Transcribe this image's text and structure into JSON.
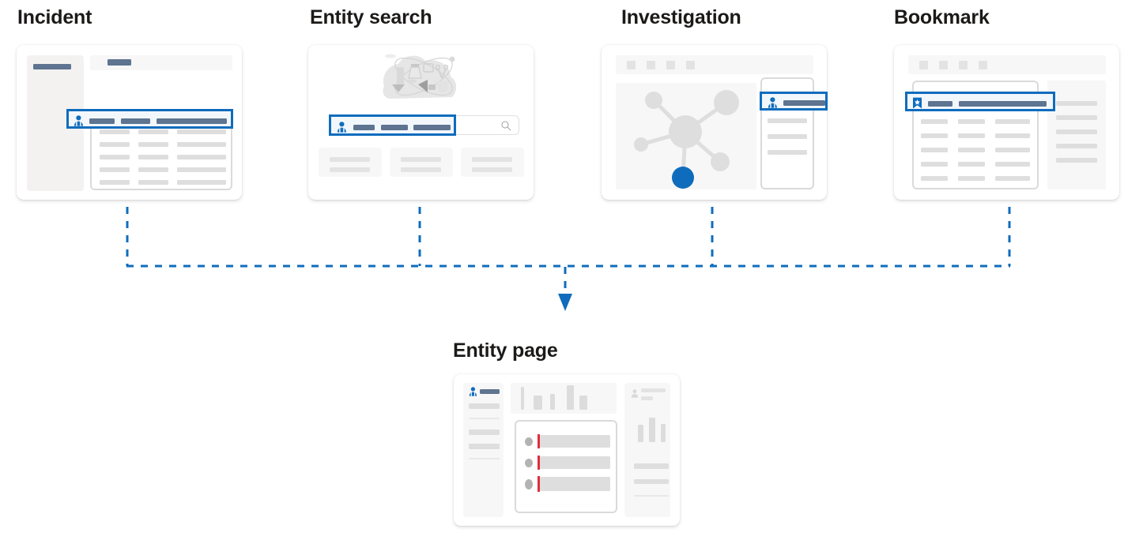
{
  "diagram": {
    "title_flow": "Entity sources converge on Entity page",
    "accent_color": "#0f6cbd",
    "highlight_fill": "#f2f7fc",
    "severity_color": "#e02d3c",
    "placeholder_color": "#dedede",
    "text_color": "#1b1a19"
  },
  "sources": [
    {
      "id": "incident",
      "label": "Incident",
      "icon": "person-icon",
      "highlight_row": "entity-row-highlight",
      "table_rows": 5,
      "table_cols": 3
    },
    {
      "id": "entity-search",
      "label": "Entity search",
      "icon": "person-icon",
      "illustration": "search-hero-illustration",
      "search_icon": "magnifier-icon",
      "result_tiles": 3
    },
    {
      "id": "investigation",
      "label": "Investigation",
      "icon": "person-icon",
      "toolbar_buttons": 4,
      "graph_nodes": 6,
      "selected_node": "blue-node",
      "detail_rows": 3
    },
    {
      "id": "bookmark",
      "label": "Bookmark",
      "icon": "bookmark-icon",
      "toolbar_buttons": 4,
      "table_rows": 5,
      "table_cols": 3,
      "side_rows": 5
    }
  ],
  "target": {
    "id": "entity-page",
    "label": "Entity page",
    "icon": "person-icon",
    "left_nav_items": 5,
    "chart_bars": 5,
    "alert_rows": 3,
    "right_panel": {
      "icon": "person-small-icon",
      "chart_bars": 3,
      "rows": 3
    }
  },
  "connectors": {
    "style": "dashed",
    "color": "#0f6cbd",
    "arrow": "down-arrow-icon",
    "branches": 4
  }
}
